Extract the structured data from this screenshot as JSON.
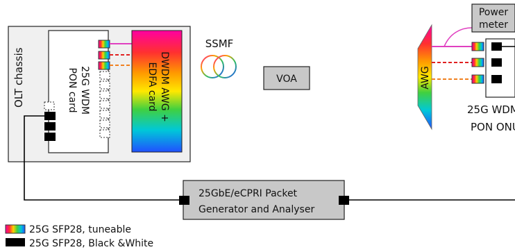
{
  "olt_chassis": {
    "label": "OLT chassis"
  },
  "pon_card": {
    "line1": "25G WDM",
    "line2": "PON card"
  },
  "awg_card": {
    "line1": "DWDM AWG +",
    "line2": "EDFA card"
  },
  "ssmf": {
    "label": "SSMF"
  },
  "voa": {
    "label": "VOA"
  },
  "awg": {
    "label": "AWG"
  },
  "power_meter": {
    "line1": "Power",
    "line2": "meter"
  },
  "onu": {
    "line1": "25G WDM",
    "line2": "PON ONU"
  },
  "generator": {
    "line1": "25GbE/eCPRI Packet",
    "line2": "Generator and Analyser"
  },
  "legend": {
    "tuneable": "25G SFP28, tuneable",
    "bw": "25G SFP28, Black &White"
  },
  "colors": {
    "pink": "#e040c0",
    "red": "#e02020",
    "orange": "#f08020",
    "box_fill": "#c8c8c8",
    "chassis_fill": "#f0f0f0"
  }
}
